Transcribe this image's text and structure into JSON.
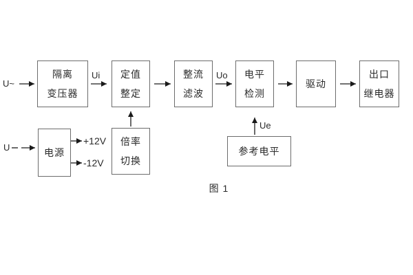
{
  "diagram": {
    "caption": "图 1",
    "inputs": {
      "ac_label": "U~",
      "dc_label": "U"
    },
    "signal_labels": {
      "ui": "Ui",
      "uo": "Uo",
      "ue": "Ue"
    },
    "power_rails": {
      "positive": "+12V",
      "negative": "-12V"
    },
    "blocks": {
      "isolation_transformer": {
        "line1": "隔离",
        "line2": "变压器"
      },
      "value_setting": {
        "line1": "定值",
        "line2": "整定"
      },
      "rectify_filter": {
        "line1": "整流",
        "line2": "滤波"
      },
      "level_detection": {
        "line1": "电平",
        "line2": "检测"
      },
      "drive": {
        "label": "驱动"
      },
      "output_relay": {
        "line1": "出口",
        "line2": "继电器"
      },
      "power_supply": {
        "label": "电源"
      },
      "ratio_switch": {
        "line1": "倍率",
        "line2": "切换"
      },
      "reference_level": {
        "label": "参考电平"
      }
    },
    "colors": {
      "background": "#ffffff",
      "box_border": "#6b6b6b",
      "text": "#2a2a2a",
      "arrow": "#1a1a1a"
    }
  }
}
